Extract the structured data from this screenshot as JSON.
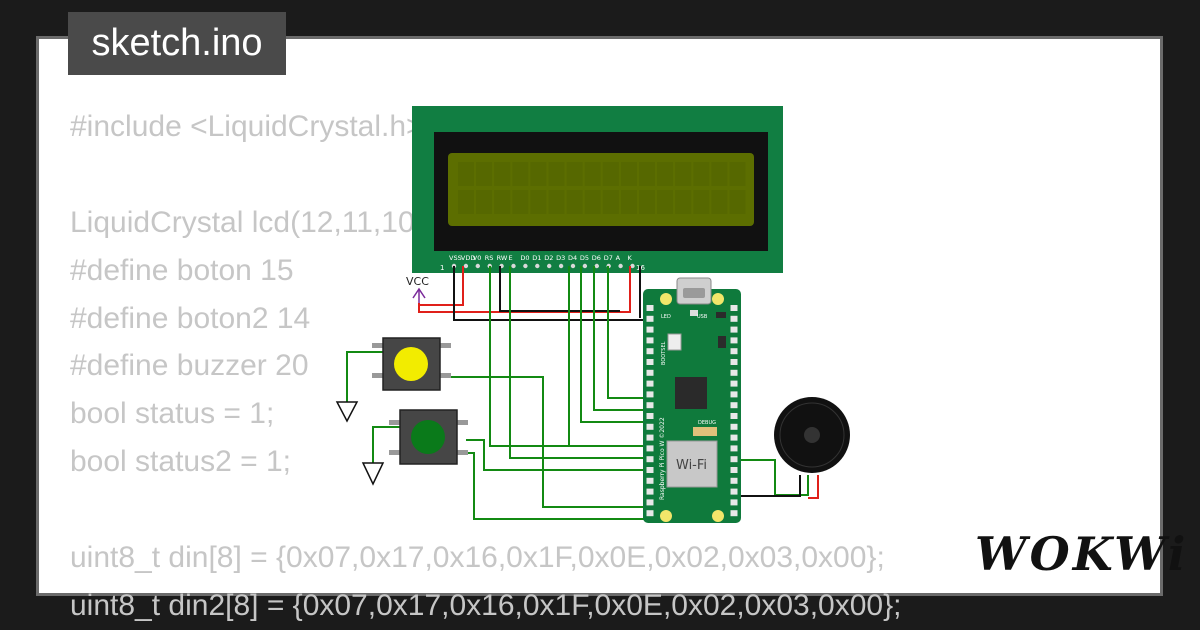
{
  "header": {
    "title": "sketch.ino"
  },
  "code_lines": [
    "#include <LiquidCrystal.h>",
    "",
    "LiquidCrystal lcd(12,11,10,9,8,7);",
    "#define boton 15",
    "#define boton2 14",
    "#define buzzer 20",
    "bool status = 1;",
    "bool status2 = 1;",
    "",
    "uint8_t din[8] = {0x07,0x17,0x16,0x1F,0x0E,0x02,0x03,0x00};",
    "uint8_t din2[8] = {0x07,0x17,0x16,0x1F,0x0E,0x02,0x03,0x00};"
  ],
  "lcd": {
    "pin_labels": [
      "VSS",
      "VDD",
      "V0",
      "RS",
      "RW",
      "E",
      "D0",
      "D1",
      "D2",
      "D3",
      "D4",
      "D5",
      "D6",
      "D7",
      "A",
      "K"
    ],
    "pin_start": "1",
    "pin_end": "16"
  },
  "vcc_label": "VCC",
  "pico": {
    "led_label": "LED",
    "usb_label": "USB",
    "bootsel_label": "BOOTSEL",
    "debug_label": "DEBUG",
    "wifi_label": "Wi-Fi",
    "board_label": "Raspberry Pi Pico W ©2022"
  },
  "logo": {
    "text": "WOKWi"
  },
  "colors": {
    "background": "#1b1b1b",
    "frame_border": "#6b6b6b",
    "title_tab": "#4a4a4a",
    "code_text": "#c6c6c6",
    "lcd_board": "#117e42",
    "lcd_screen": "#5c6e00",
    "pico_board": "#0f7a3c",
    "wire_green": "#138a13",
    "wire_black": "#111111",
    "wire_red": "#e0201a",
    "button_yellow": "#f2ec00",
    "button_green": "#0a7a1a"
  }
}
